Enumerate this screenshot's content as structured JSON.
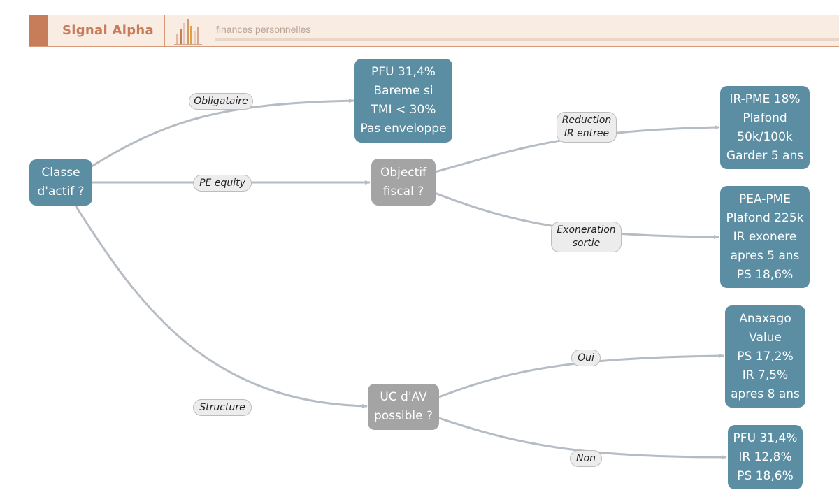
{
  "header": {
    "brand": "Signal Alpha",
    "tagline": "finances personnelles",
    "accent_color": "#c77c5a",
    "logo_icon": "bar-chart-logo-icon"
  },
  "diagram": {
    "node_color": "#5b8ea3",
    "decision_color": "#a4a4a4",
    "edge_color": "#b6bcc3",
    "nodes": {
      "root": [
        "Classe",
        "d'actif ?"
      ],
      "obligataire_result": [
        "PFU 31,4%",
        "Bareme si",
        "TMI < 30%",
        "Pas enveloppe"
      ],
      "objectif_fiscal": [
        "Objectif",
        "fiscal ?"
      ],
      "ir_pme": [
        "IR-PME 18%",
        "Plafond",
        "50k/100k",
        "Garder 5 ans"
      ],
      "pea_pme": [
        "PEA-PME",
        "Plafond 225k",
        "IR exonere",
        "apres 5 ans",
        "PS 18,6%"
      ],
      "uc_av": [
        "UC d'AV",
        "possible ?"
      ],
      "anaxago": [
        "Anaxago",
        "Value",
        "PS 17,2%",
        "IR 7,5%",
        "apres 8 ans"
      ],
      "pfu_non": [
        "PFU 31,4%",
        "IR 12,8%",
        "PS 18,6%"
      ]
    },
    "edge_labels": {
      "obligataire": [
        "Obligataire"
      ],
      "pe_equity": [
        "PE equity"
      ],
      "structure": [
        "Structure"
      ],
      "reduction": [
        "Reduction",
        "IR entree"
      ],
      "exoneration": [
        "Exoneration",
        "sortie"
      ],
      "oui": [
        "Oui"
      ],
      "non": [
        "Non"
      ]
    }
  }
}
